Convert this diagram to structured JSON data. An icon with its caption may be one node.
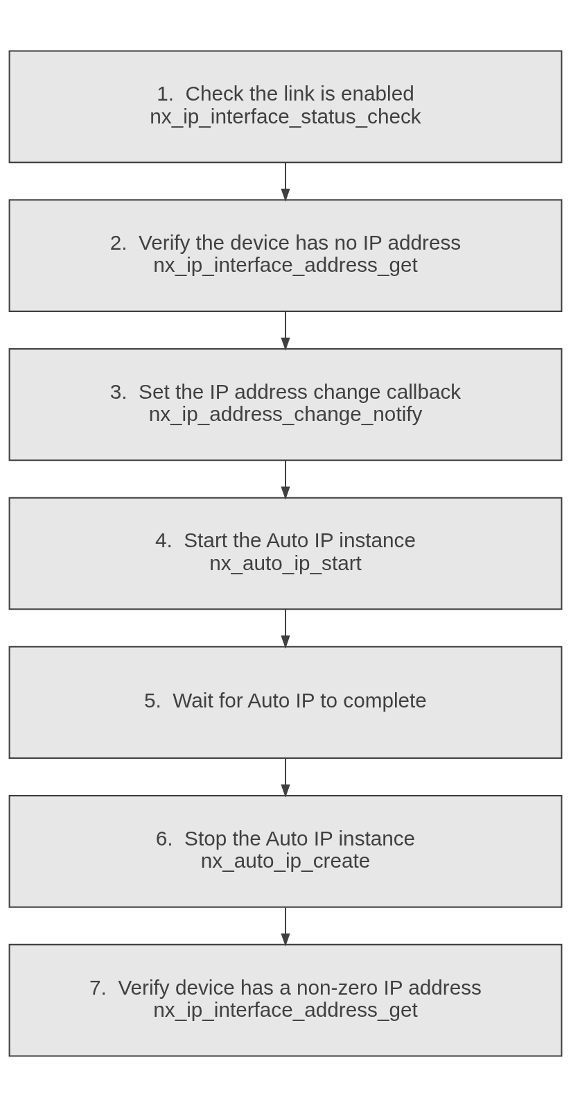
{
  "diagram": {
    "nodes": [
      {
        "text": [
          "1.  Check the link is enabled",
          "nx_ip_interface_status_check"
        ]
      },
      {
        "text": [
          "2.  Verify the device has no IP address",
          "nx_ip_interface_address_get"
        ]
      },
      {
        "text": [
          "3.  Set the IP address change callback",
          "nx_ip_address_change_notify"
        ]
      },
      {
        "text": [
          "4.  Start the Auto IP instance",
          "nx_auto_ip_start"
        ]
      },
      {
        "text": [
          "5.  Wait for Auto IP to complete"
        ]
      },
      {
        "text": [
          "6.  Stop the Auto IP instance",
          "nx_auto_ip_create"
        ]
      },
      {
        "text": [
          "7.  Verify device has a non-zero IP address",
          "nx_ip_interface_address_get"
        ]
      }
    ],
    "edges": [
      {
        "from": 0,
        "to": 1,
        "arrow": "to"
      },
      {
        "from": 1,
        "to": 2,
        "arrow": "to"
      },
      {
        "from": 2,
        "to": 3,
        "arrow": "to"
      },
      {
        "from": 3,
        "to": 4,
        "arrow": "to"
      },
      {
        "from": 4,
        "to": 5,
        "arrow": "to"
      },
      {
        "from": 5,
        "to": 6,
        "arrow": "to"
      }
    ]
  }
}
